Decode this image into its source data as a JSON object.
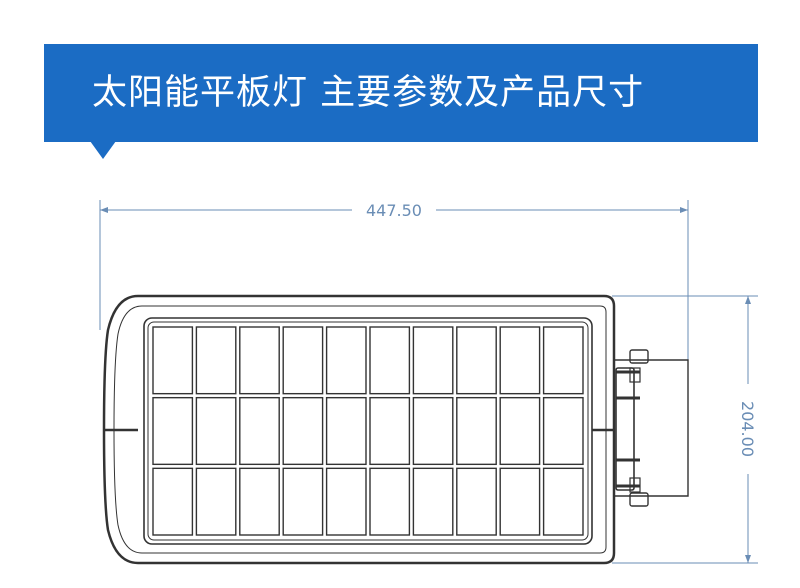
{
  "banner": {
    "title": "太阳能平板灯 主要参数及产品尺寸",
    "color": "#1b6cc4"
  },
  "diagram": {
    "width_label": "447.50",
    "height_label": "204.00",
    "solar_panel": {
      "rows": 3,
      "cols": 10
    },
    "line_color": "#333333",
    "dimension_color": "#6a8db5"
  }
}
